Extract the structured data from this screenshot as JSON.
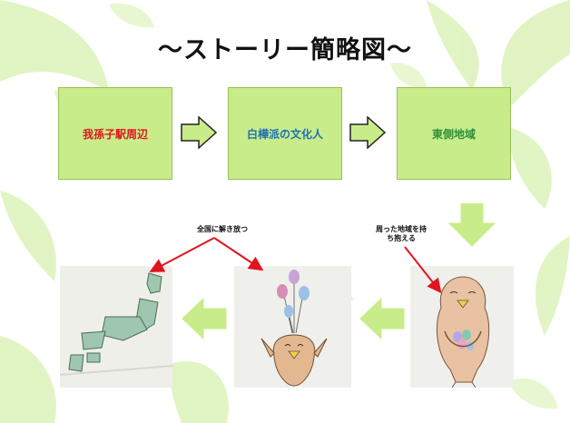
{
  "title": "〜ストーリー簡略図〜",
  "flow": {
    "step1": {
      "label": "我孫子駅周辺",
      "color": "#e0141e"
    },
    "step2": {
      "label": "白樺派の文化人",
      "color": "#1f6fb3"
    },
    "step3": {
      "label": "東側地域",
      "color": "#2f8f3a"
    }
  },
  "captions": {
    "left": "全国に解き放つ",
    "right_line1": "周った地域を持",
    "right_line2": "ち抱える"
  },
  "photos": {
    "map": "japan-map-drawing",
    "balloons": "bird-with-balloons-drawing",
    "hug": "bird-holding-eggs-drawing"
  },
  "colors": {
    "box_fill": "#c9ec8a",
    "arrow_fill": "#c9ec8a",
    "pointer": "#e0141e",
    "leaf_bg": "#d7efb2"
  }
}
